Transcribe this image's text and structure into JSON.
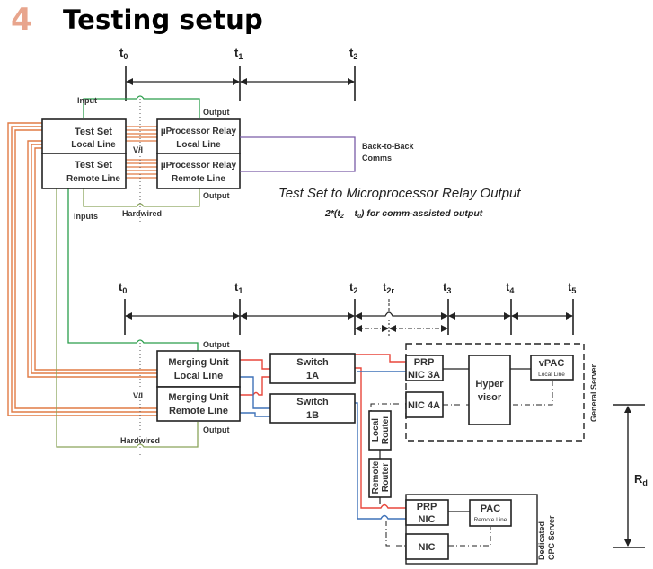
{
  "heading": {
    "number": "4",
    "title": "Testing setup"
  },
  "top_section": {
    "timeline": [
      {
        "label": "t",
        "sub": "0"
      },
      {
        "label": "t",
        "sub": "1"
      },
      {
        "label": "t",
        "sub": "2"
      }
    ],
    "boxes": {
      "test_set_local": [
        "Test Set",
        "Local Line"
      ],
      "test_set_remote": [
        "Test Set",
        "Remote Line"
      ],
      "relay_local": [
        "µProcessor Relay",
        "Local Line"
      ],
      "relay_remote": [
        "µProcessor Relay",
        "Remote Line"
      ]
    },
    "labels": {
      "input": "Input",
      "output_top": "Output",
      "output_bottom": "Output",
      "vi": "V/I",
      "hardwired": "Hardwired",
      "inputs": "Inputs",
      "back_to_back_1": "Back-to-Back",
      "back_to_back_2": "Comms"
    },
    "caption_title": "Test Set to Microprocessor Relay Output",
    "caption_formula_parts": [
      "2*(t",
      "2",
      " – t",
      "0",
      ") for comm-assisted output"
    ]
  },
  "bottom_section": {
    "timeline": [
      {
        "label": "t",
        "sub": "0"
      },
      {
        "label": "t",
        "sub": "1"
      },
      {
        "label": "t",
        "sub": "2"
      },
      {
        "label": "t",
        "sub": "2r"
      },
      {
        "label": "t",
        "sub": "3"
      },
      {
        "label": "t",
        "sub": "4"
      },
      {
        "label": "t",
        "sub": "5"
      }
    ],
    "boxes": {
      "mu_local": [
        "Merging Unit",
        "Local Line"
      ],
      "mu_remote": [
        "Merging Unit",
        "Remote Line"
      ],
      "switch_1a": [
        "Switch",
        "1A"
      ],
      "switch_1b": [
        "Switch",
        "1B"
      ],
      "prp_nic_3a": [
        "PRP",
        "NIC 3A"
      ],
      "nic_4a": "NIC 4A",
      "hypervisor": [
        "Hyper",
        "visor"
      ],
      "vpac": [
        "vPAC",
        "Local Line"
      ],
      "local_router": [
        "Local",
        "Router"
      ],
      "remote_router": [
        "Remote",
        "Router"
      ],
      "prp_nic": [
        "PRP",
        "NIC"
      ],
      "nic": "NIC",
      "pac": [
        "PAC",
        "Remote Line"
      ]
    },
    "labels": {
      "output_top": "Output",
      "output_bottom": "Output",
      "vi": "V/I",
      "hardwired": "Hardwired",
      "general_server": "General Server",
      "dedicated_1": "Dedicated",
      "dedicated_2": "CPC Server",
      "rd": "R",
      "rd_sub": "d"
    }
  },
  "colors": {
    "analog_wire": "#e07b45",
    "input_wire": "#2a9d4b",
    "hardwired": "#8aa55a",
    "comms": "#7a5ca8",
    "network_a": "#e8473c",
    "network_b": "#3f72b8",
    "heading_number": "#e8a58d"
  }
}
